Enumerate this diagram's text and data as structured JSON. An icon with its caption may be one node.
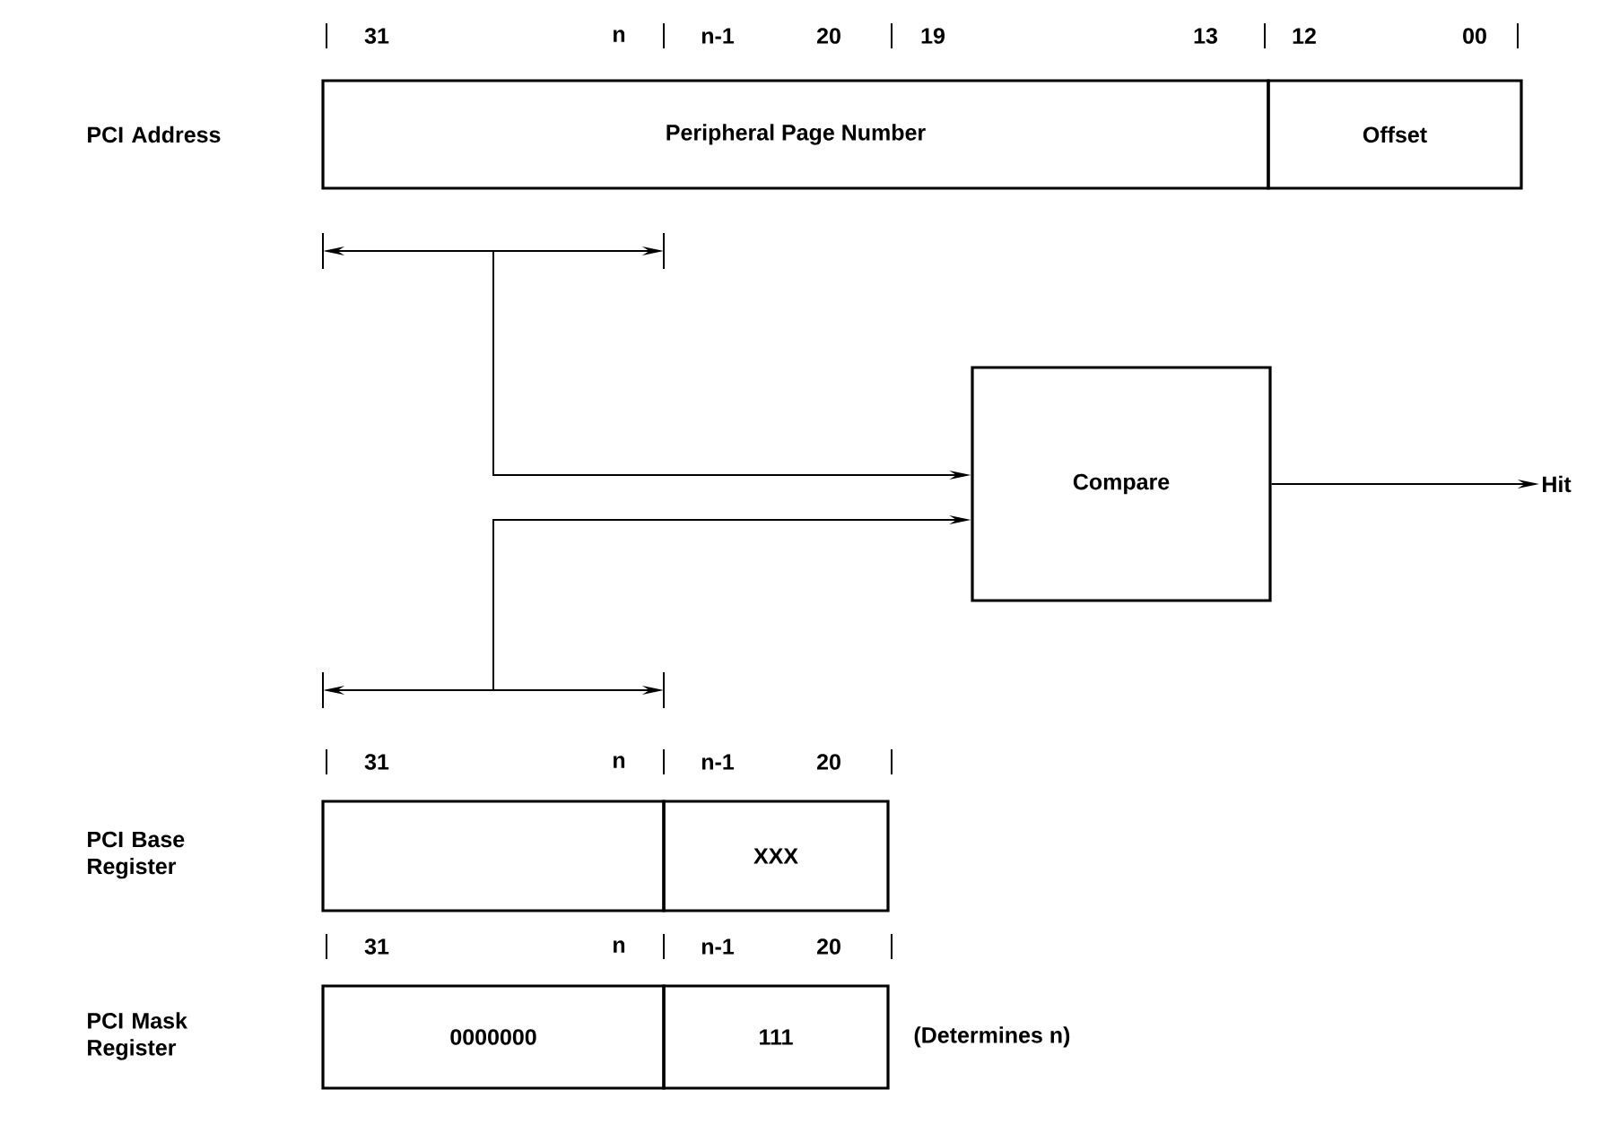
{
  "diagram": {
    "nodes": [
      {
        "text": [
          "Peripheral Page Number"
        ]
      },
      {
        "text": [
          "Offset"
        ]
      },
      {
        "text": [],
        "shape": "bracket"
      },
      {
        "text": [
          "Compare"
        ]
      },
      {
        "text": [
          "Hit"
        ]
      },
      {
        "text": [],
        "shape": "bracket"
      },
      {
        "text": [],
        "shape": "box"
      },
      {
        "text": [
          "XXX"
        ]
      },
      {
        "text": [
          "0000000"
        ]
      },
      {
        "text": [
          "111"
        ],
        "beside": [
          "(Determines n)"
        ]
      }
    ],
    "edges": [
      {
        "from": 2,
        "to": 3,
        "arrow": "to"
      },
      {
        "from": 5,
        "to": 3,
        "arrow": "to"
      },
      {
        "from": 3,
        "to": 4,
        "arrow": "to"
      }
    ],
    "labels": [
      "31",
      "n",
      "n-1",
      "20",
      "19",
      "13",
      "12",
      "00",
      "PCI Address",
      "31",
      "n",
      "n-1",
      "20",
      "PCI Base Register",
      "31",
      "n",
      "n-1",
      "20",
      "PCI Mask Register"
    ]
  }
}
